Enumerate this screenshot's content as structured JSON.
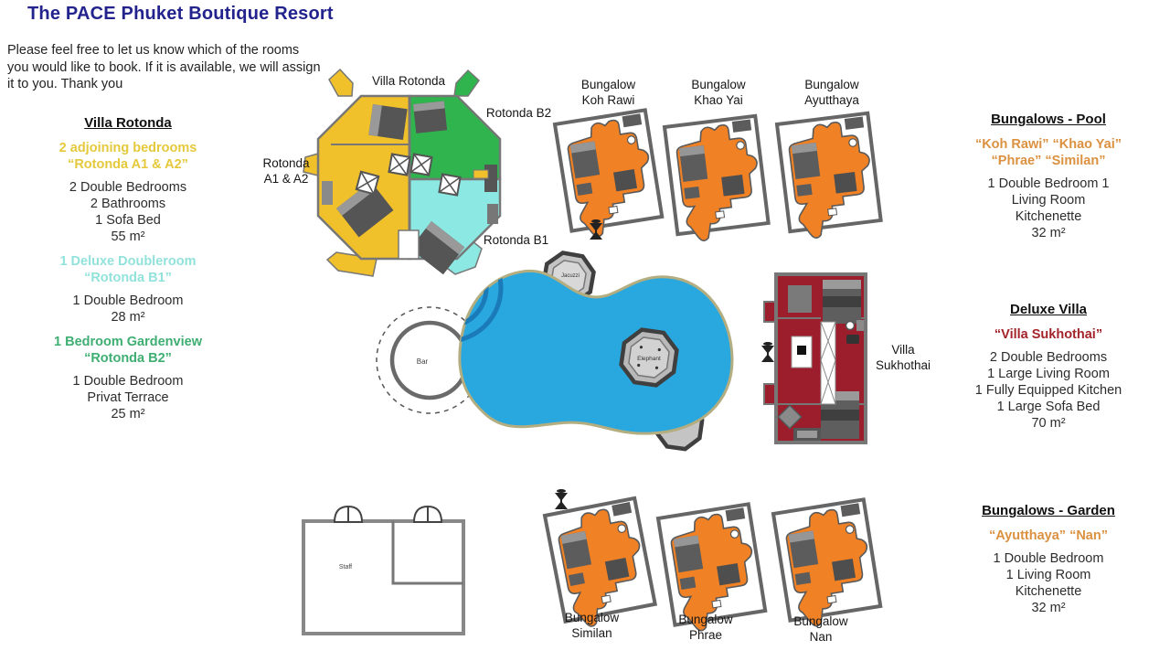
{
  "title": "The PACE Phuket Boutique Resort",
  "intro_lines": [
    "Please feel free to let us know which of the rooms",
    "you would like to book. If it is available, we will assign",
    "it to you. Thank you"
  ],
  "left_panel": {
    "heading": "Villa Rotonda",
    "a": {
      "title_lines": [
        "2 adjoining bedrooms",
        "“Rotonda A1 & A2”"
      ],
      "details": [
        "2 Double Bedrooms",
        "2 Bathrooms",
        "1 Sofa Bed",
        "55 m²"
      ]
    },
    "b1": {
      "title_lines": [
        "1 Deluxe Doubleroom",
        "“Rotonda B1”"
      ],
      "details": [
        "1 Double Bedroom",
        "28 m²"
      ]
    },
    "b2": {
      "title_lines": [
        "1 Bedroom Gardenview",
        "“Rotonda B2”"
      ],
      "details": [
        "1 Double Bedroom",
        "Privat Terrace",
        "25 m²"
      ]
    }
  },
  "right_panel": {
    "pool": {
      "heading": "Bungalows - Pool",
      "name_lines": [
        "“Koh Rawi” “Khao Yai”",
        "“Phrae” “Similan”"
      ],
      "details": [
        "1 Double Bedroom 1",
        "Living Room",
        "Kitchenette",
        "32 m²"
      ]
    },
    "deluxe": {
      "heading": "Deluxe Villa",
      "name_lines": [
        "“Villa Sukhothai”"
      ],
      "details": [
        "2 Double Bedrooms",
        "1 Large Living Room",
        "1 Fully Equipped Kitchen",
        "1 Large Sofa Bed",
        "70 m²"
      ]
    },
    "garden": {
      "heading": "Bungalows - Garden",
      "name_lines": [
        "“Ayutthaya” “Nan”"
      ],
      "details": [
        "1 Double Bedroom",
        "1 Living Room",
        "Kitchenette",
        "32 m²"
      ]
    }
  },
  "map": {
    "villa_rotonda": {
      "label": "Villa Rotonda",
      "a_lines": [
        "Rotonda",
        "A1 & A2"
      ],
      "b1": "Rotonda B1",
      "b2": "Rotonda B2"
    },
    "bungalows_top": [
      [
        "Bungalow",
        "Koh Rawi"
      ],
      [
        "Bungalow",
        "Khao Yai"
      ],
      [
        "Bungalow",
        "Ayutthaya"
      ]
    ],
    "bungalows_bottom": [
      [
        "Bungalow",
        "Similan"
      ],
      [
        "Bungalow",
        "Phrae"
      ],
      [
        "Bungalow",
        "Nan"
      ]
    ],
    "villa_sukhothai_lines": [
      "Villa",
      "Sukhothai"
    ],
    "pool_labels": {
      "bar": "Bar",
      "jacuzzi": "Jacuzzi",
      "elephant": "Elephant"
    },
    "staff_label": "Staff"
  },
  "colors": {
    "title_navy": "#23238E",
    "heading_yellow": "#E4C93C",
    "heading_cyan": "#92E2DC",
    "heading_green": "#3FAE72",
    "heading_orange": "#DB9140",
    "heading_red": "#A3242B",
    "map_yellow": "#F1C12B",
    "map_green": "#2FB44E",
    "map_cyan": "#8BE8E2",
    "map_orange": "#F08125",
    "map_red": "#9C1E2C",
    "pool_blue": "#29A7DF",
    "pool_steps_blue": "#1B7AB8",
    "pool_outline": "#B3AD80",
    "wall_gray": "#6B6B6B"
  }
}
